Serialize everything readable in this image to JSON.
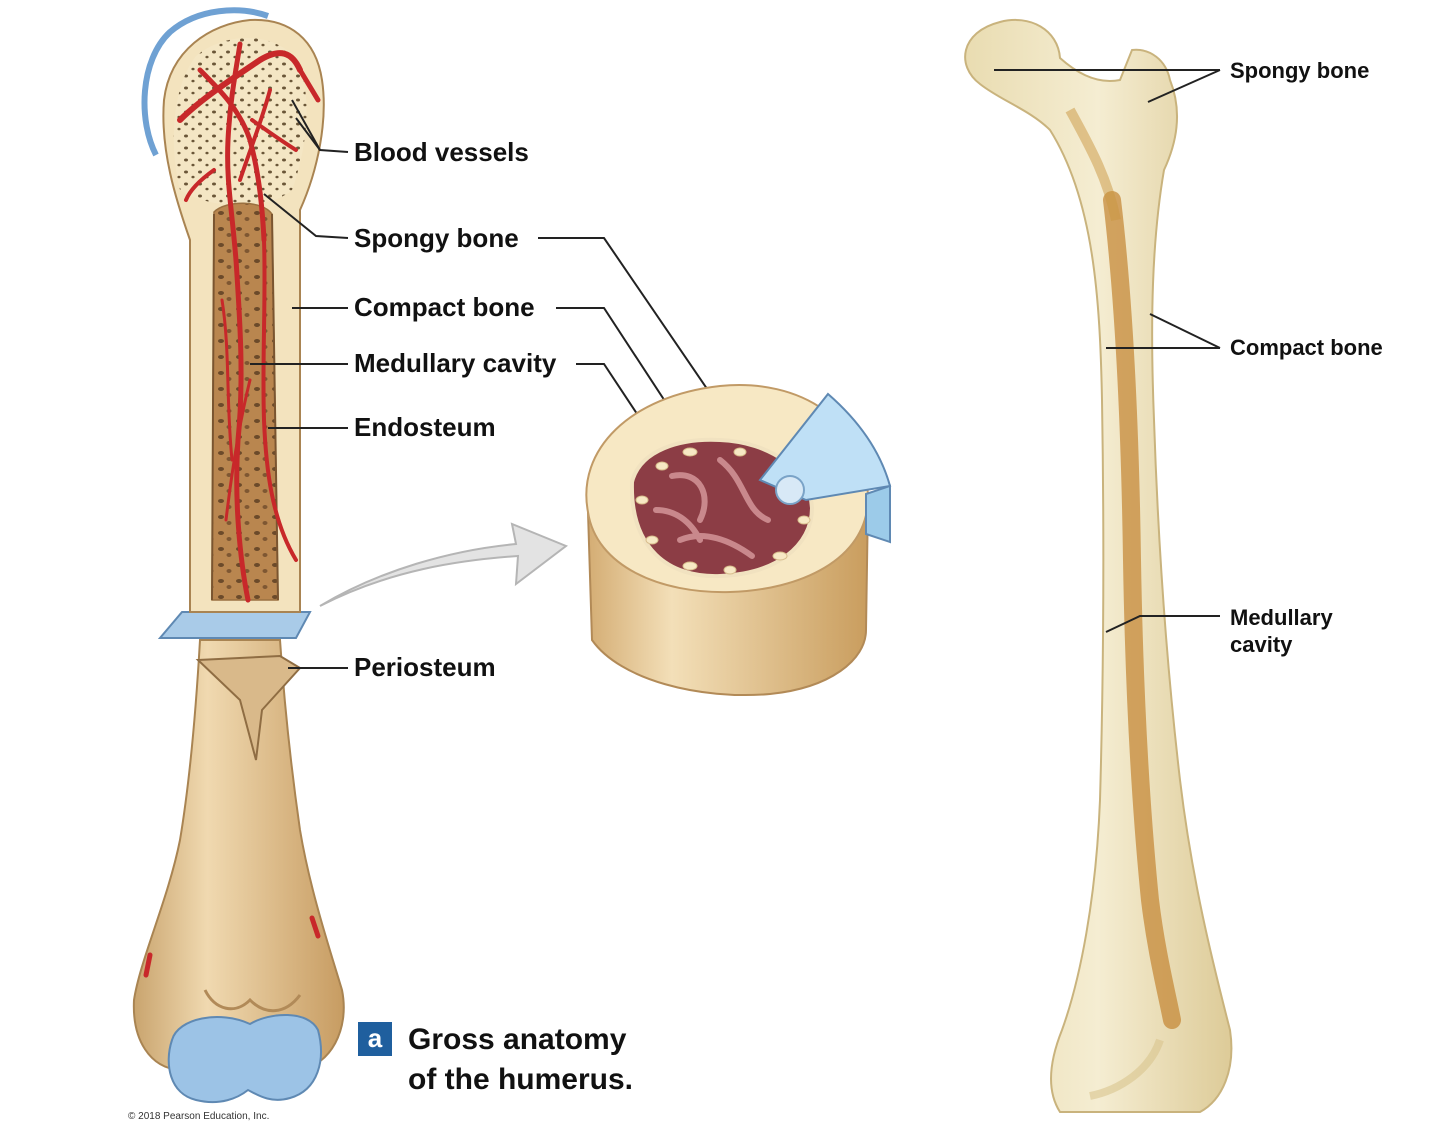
{
  "left_labels": {
    "blood_vessels": "Blood vessels",
    "spongy_bone": "Spongy bone",
    "compact_bone": "Compact bone",
    "medullary_cavity": "Medullary cavity",
    "endosteum": "Endosteum",
    "periosteum": "Periosteum"
  },
  "caption": {
    "badge": "a",
    "line1": "Gross anatomy",
    "line2": "of the humerus."
  },
  "copyright": "© 2018 Pearson Education, Inc.",
  "right_labels": {
    "spongy_bone": "Spongy bone",
    "compact_bone": "Compact bone",
    "medullary_cavity_line1": "Medullary",
    "medullary_cavity_line2": "cavity"
  },
  "colors": {
    "bone_tan": "#e2c396",
    "bone_light": "#f6ecd0",
    "vessel_red": "#c8282a",
    "marrow": "#8c3d45",
    "cartilage_blue": "#9cc3e6",
    "badge_blue": "#1f5f9e",
    "real_bone": "#eee3bf"
  }
}
